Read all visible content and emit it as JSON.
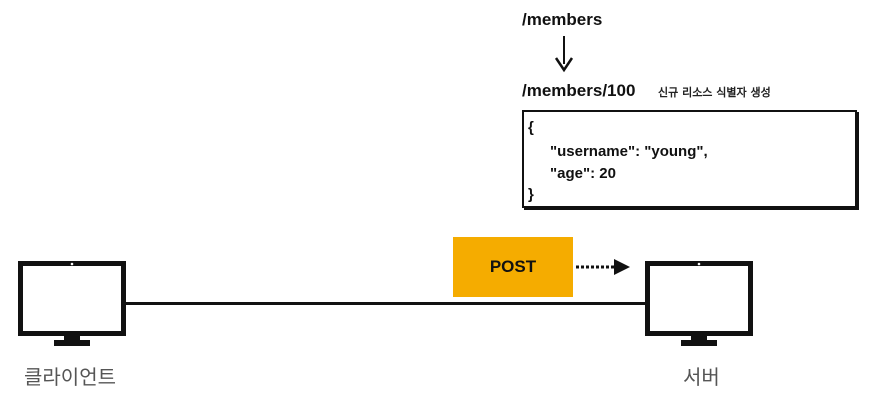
{
  "paths": {
    "collection": "/members",
    "resource": "/members/100",
    "resource_note": "신규 리소스 식별자 생성"
  },
  "body": {
    "open": "{",
    "line1": "\"username\": \"young\",",
    "line2": "\"age\": 20",
    "close": "}"
  },
  "request": {
    "method": "POST"
  },
  "nodes": {
    "client": "클라이언트",
    "server": "서버"
  },
  "colors": {
    "method_box": "#f5ac00",
    "ink": "#111111",
    "caption": "#555555"
  },
  "icons": {
    "client": "monitor-icon",
    "server": "monitor-icon"
  }
}
